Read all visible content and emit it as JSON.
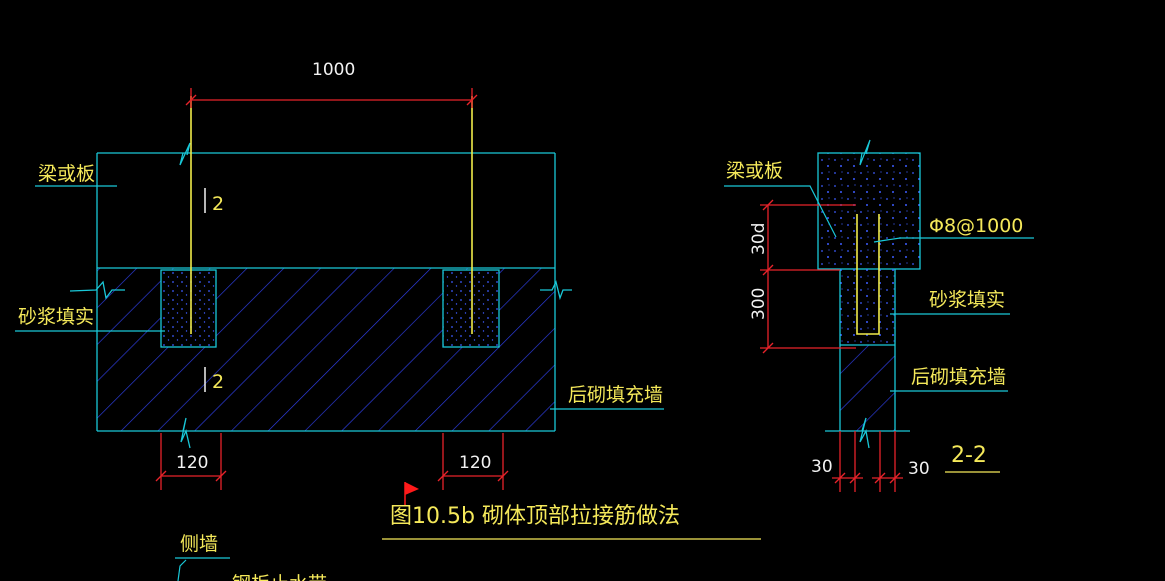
{
  "colors": {
    "background": "#000000",
    "outline": "#19c8d8",
    "hatch": "#2f3fe8",
    "rebar": "#f1ec4a",
    "dimension": "#e8232a",
    "label": "#f5e95a",
    "text": "#f2f2f2",
    "marker": "#ff1a1a"
  },
  "elevation": {
    "dim_top": "1000",
    "section_mark_upper": "2",
    "section_mark_lower": "2",
    "label_beam": "梁或板",
    "label_mortar": "砂浆填实",
    "label_wall": "后砌填充墙",
    "dim_left_width": "120",
    "dim_right_width": "120"
  },
  "section": {
    "label_beam": "梁或板",
    "label_rebar": "Φ8@1000",
    "dim_embed": "30d",
    "dim_length": "300",
    "label_mortar": "砂浆填实",
    "label_wall": "后砌填充墙",
    "dim_left": "30",
    "dim_right": "30",
    "section_title": "2-2"
  },
  "figure_title": "图10.5b 砌体顶部拉接筋做法",
  "bottom": {
    "label_side_wall": "侧墙",
    "label_cut": "钢板止水带"
  }
}
